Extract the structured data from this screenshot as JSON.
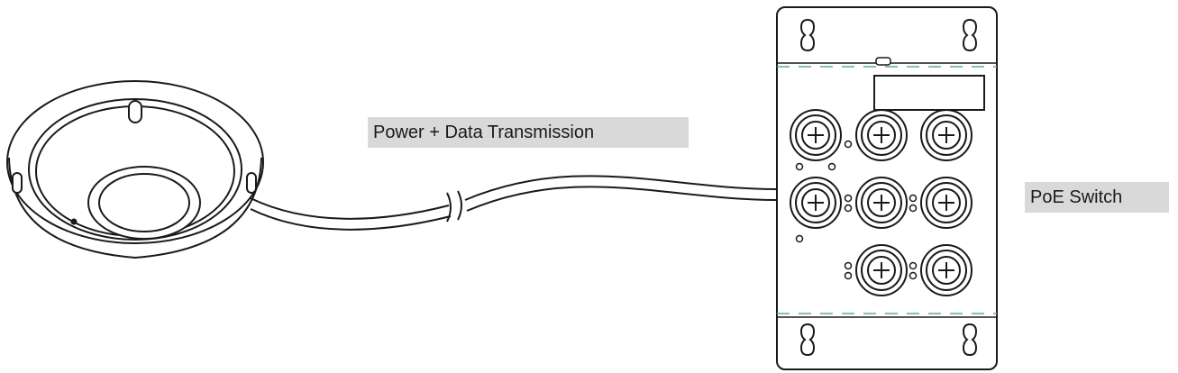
{
  "labels": {
    "link": "Power + Data Transmission",
    "switch": "PoE Switch"
  },
  "icons": {
    "camera": "fisheye-dome-camera-icon",
    "cable": "ethernet-cable-icon",
    "switch": "industrial-poe-switch-icon"
  },
  "colors": {
    "stroke": "#1a1a1a",
    "label_bg": "#d9d9d9",
    "accent_line": "#5fa8a0"
  },
  "switch": {
    "port_rows": [
      3,
      3,
      2
    ]
  }
}
